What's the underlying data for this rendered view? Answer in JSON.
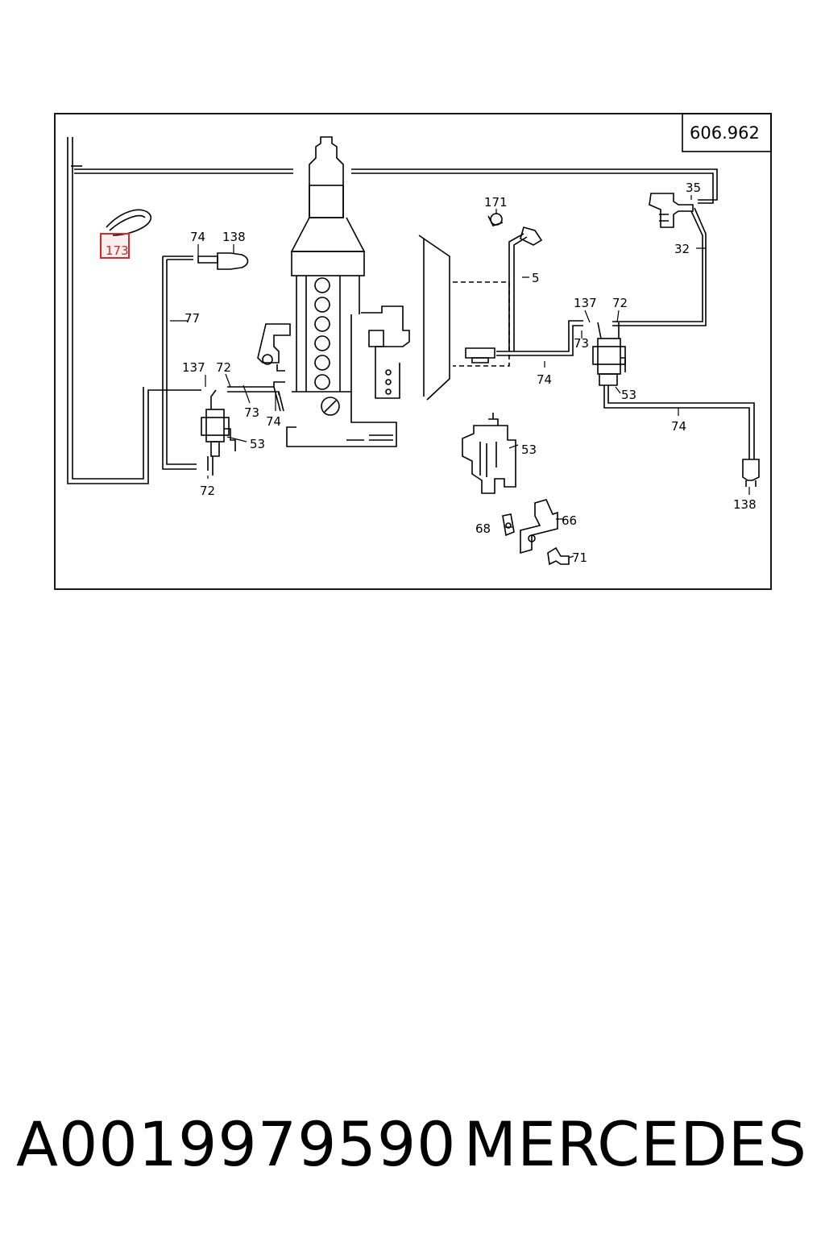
{
  "diagram": {
    "reference_code": "606.962",
    "highlighted_callout": "173",
    "callouts": {
      "p171": "171",
      "p5": "5",
      "p35": "35",
      "p32": "32",
      "p74_top": "74",
      "p138_top": "138",
      "p77": "77",
      "p137_left": "137",
      "p72_left_top": "72",
      "p73_left": "73",
      "p74_mid_left": "74",
      "p53_left": "53",
      "p72_left_bottom": "72",
      "p137_right": "137",
      "p72_right": "72",
      "p73_right": "73",
      "p74_center": "74",
      "p53_right": "53",
      "p74_right": "74",
      "p138_right": "138",
      "p53_loose": "53",
      "p68": "68",
      "p66": "66",
      "p71": "71"
    }
  },
  "footer": {
    "part_number": "A0019979590",
    "brand": "MERCEDES"
  }
}
